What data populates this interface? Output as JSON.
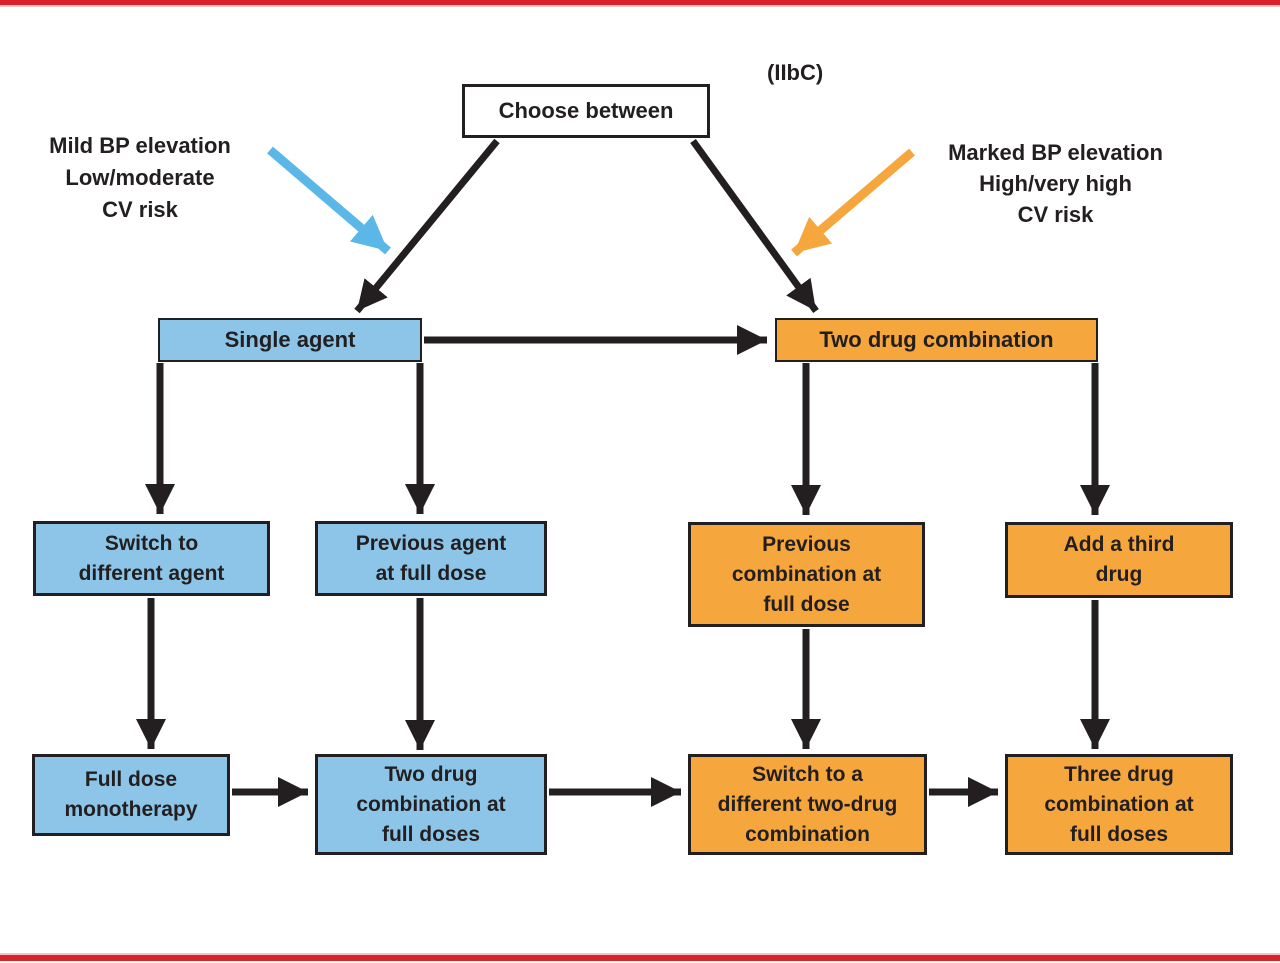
{
  "theme": {
    "bg": "#ffffff",
    "rule_red": "#d8232c",
    "rule_pink": "#f3c3c6",
    "node_blue": "#8cc5e8",
    "node_orange": "#f5a63c",
    "ink": "#231f20",
    "blue_arrow": "#5bb7e7",
    "orange_arrow": "#f5a63c"
  },
  "figure": {
    "class_code": "(IIbC)",
    "root_node": "Choose between",
    "left_annotation": "Mild BP elevation\nLow/moderate\nCV risk",
    "right_annotation": "Marked BP elevation\nHigh/very high\nCV risk",
    "nodes": {
      "single_agent": "Single agent",
      "two_drug_combination": "Two drug combination",
      "switch_different_agent": "Switch to\ndifferent agent",
      "previous_agent_full_dose": "Previous agent\nat full dose",
      "previous_combination_full_dose": "Previous\ncombination at\nfull dose",
      "add_third_drug": "Add a third\ndrug",
      "full_dose_monotherapy": "Full dose\nmonotherapy",
      "two_drug_full_doses": "Two drug\ncombination at\nfull doses",
      "switch_two_drug_combination": "Switch to a\ndifferent two-drug\ncombination",
      "three_drug_full_doses": "Three drug\ncombination at\nfull doses"
    }
  }
}
